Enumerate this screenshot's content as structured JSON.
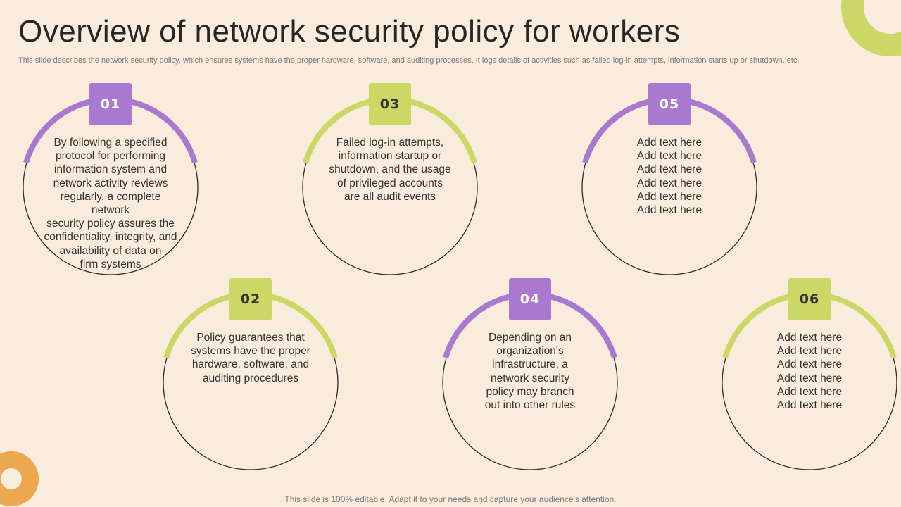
{
  "slide": {
    "title": "Overview of network security policy for workers",
    "subtitle": "This slide describes the network security policy, which ensures systems have the proper hardware, software, and auditing processes. It logs details of activities such as failed log-in attempts, information starts up or shutdown, etc.",
    "footer": "This slide is 100% editable. Adapt it to your needs and capture your audience's attention."
  },
  "colors": {
    "background": "#f9ecdc",
    "purple": "#a979cf",
    "green": "#cbd866",
    "orange": "#eba84e",
    "ring_outline": "#2b2b2b"
  },
  "cards": [
    {
      "number": "01",
      "accent": "purple",
      "text": "By following a specified protocol for performing information system and network activity reviews regularly, a complete network security policy assures the confidentiality, integrity, and availability of data on firm systems",
      "lines": [
        "By following a specified",
        "protocol for performing",
        "information system and",
        "network activity reviews",
        "regularly, a complete network",
        "security policy assures the",
        "confidentiality, integrity, and",
        "availability of data on",
        "firm systems"
      ]
    },
    {
      "number": "02",
      "accent": "green",
      "text": "Policy guarantees that systems have the proper hardware, software, and auditing procedures",
      "lines": [
        "Policy guarantees that",
        "systems have the proper",
        "hardware, software, and",
        "auditing procedures"
      ]
    },
    {
      "number": "03",
      "accent": "green",
      "text": "Failed log-in attempts, information startup or shutdown, and the usage of privileged accounts are all audit events",
      "lines": [
        "Failed log-in attempts,",
        "information startup or",
        "shutdown, and the usage",
        "of privileged accounts",
        "are all audit events"
      ]
    },
    {
      "number": "04",
      "accent": "purple",
      "text": "Depending on an organization's infrastructure, a network security policy may branch out into other rules",
      "lines": [
        "Depending on an",
        "organization's",
        "infrastructure, a",
        "network security",
        "policy may branch",
        "out into other rules"
      ]
    },
    {
      "number": "05",
      "accent": "purple",
      "text": "Add text here Add text here Add text here Add text here Add text here Add text here",
      "lines": [
        "Add text here",
        "Add text here",
        "Add text here",
        "Add text here",
        "Add text here",
        "Add text here"
      ]
    },
    {
      "number": "06",
      "accent": "green",
      "text": "Add text here Add text here Add text here Add text here Add text here Add text here",
      "lines": [
        "Add text here",
        "Add text here",
        "Add text here",
        "Add text here",
        "Add text here",
        "Add text here"
      ]
    }
  ]
}
